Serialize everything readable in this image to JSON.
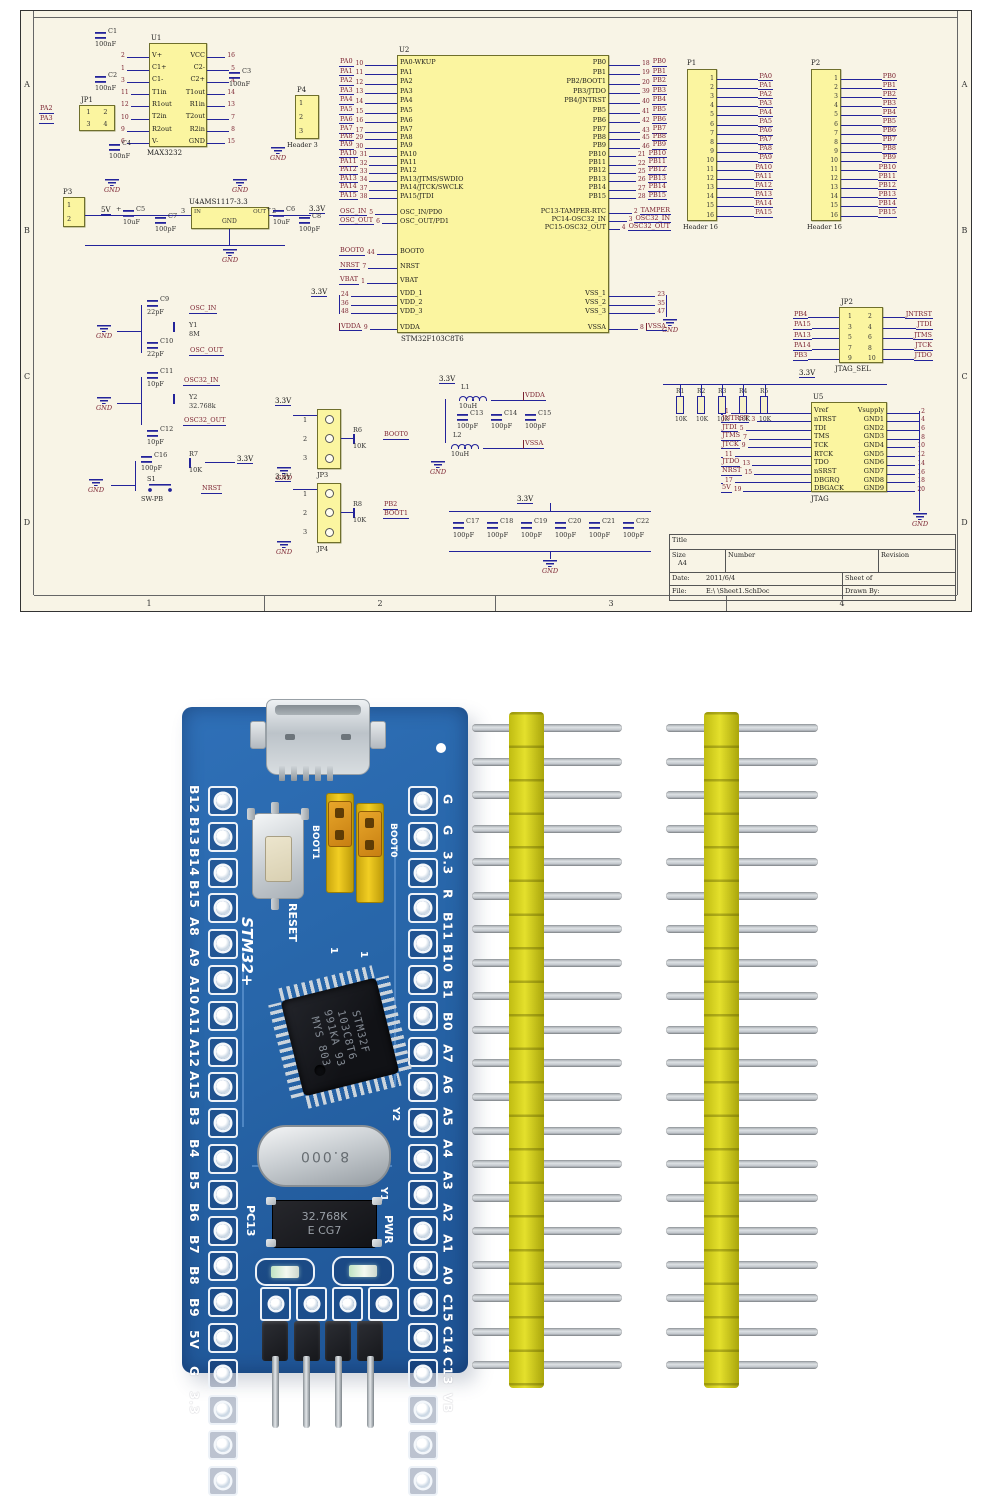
{
  "sch": {
    "frame": {
      "rows": [
        "A",
        "B",
        "C",
        "D"
      ],
      "cols": [
        "1",
        "2",
        "3",
        "4"
      ]
    },
    "rails": {
      "v5": "5V",
      "v33": "3.3V",
      "gnd": "GND"
    },
    "u1": {
      "ref": "U1",
      "part": "MAX3232",
      "left": [
        {
          "n": "2",
          "name": "V+"
        },
        {
          "n": "1",
          "name": "C1+"
        },
        {
          "n": "3",
          "name": "C1-"
        },
        {
          "n": "11",
          "name": "T1in"
        },
        {
          "n": "12",
          "name": "R1out"
        },
        {
          "n": "10",
          "name": "T2in"
        },
        {
          "n": "9",
          "name": "R2out"
        },
        {
          "n": "6",
          "name": "V-"
        }
      ],
      "right": [
        {
          "n": "16",
          "name": "VCC"
        },
        {
          "n": "5",
          "name": "C2-"
        },
        {
          "n": "4",
          "name": "C2+"
        },
        {
          "n": "14",
          "name": "T1out"
        },
        {
          "n": "13",
          "name": "R1in"
        },
        {
          "n": "7",
          "name": "T2out"
        },
        {
          "n": "8",
          "name": "R2in"
        },
        {
          "n": "15",
          "name": "GND"
        }
      ]
    },
    "jp1": {
      "ref": "JP1",
      "nets": [
        "PA2",
        "PA3"
      ],
      "pins": [
        "1",
        "2",
        "3",
        "4"
      ]
    },
    "p4": {
      "ref": "P4",
      "name": "Header 3",
      "pins": [
        "1",
        "2",
        "3"
      ]
    },
    "p3": {
      "ref": "P3",
      "pins": [
        "1",
        "2"
      ]
    },
    "u4": {
      "ref": "U4AMS1117-3.3",
      "n_in": "3",
      "n_out": "2",
      "pin_in": "IN",
      "pin_out": "OUT",
      "pin_gnd": "GND"
    },
    "caps": {
      "c1": {
        "ref": "C1",
        "val": "100nF"
      },
      "c2": {
        "ref": "C2",
        "val": "100nF"
      },
      "c3": {
        "ref": "C3",
        "val": "100nF"
      },
      "c4": {
        "ref": "C4",
        "val": "100nF"
      },
      "c5": {
        "ref": "C5",
        "val": "10uF",
        "plus": "+"
      },
      "c6": {
        "ref": "C6",
        "val": "10uF",
        "plus": "+"
      },
      "c7": {
        "ref": "C7",
        "val": "100pF"
      },
      "c8": {
        "ref": "C8",
        "val": "100pF"
      },
      "c9": {
        "ref": "C9",
        "val": "22pF"
      },
      "c10": {
        "ref": "C10",
        "val": "22pF"
      },
      "c11": {
        "ref": "C11",
        "val": "10pF"
      },
      "c12": {
        "ref": "C12",
        "val": "10pF"
      },
      "c13": {
        "ref": "C13",
        "val": "100pF"
      },
      "c14": {
        "ref": "C14",
        "val": "100pF"
      },
      "c15": {
        "ref": "C15",
        "val": "100pF"
      },
      "c16": {
        "ref": "C16",
        "val": "100pF"
      }
    },
    "cap_bank": [
      {
        "ref": "C17",
        "val": "100pF"
      },
      {
        "ref": "C18",
        "val": "100pF"
      },
      {
        "ref": "C19",
        "val": "100pF"
      },
      {
        "ref": "C20",
        "val": "100pF"
      },
      {
        "ref": "C21",
        "val": "100pF"
      },
      {
        "ref": "C22",
        "val": "100pF"
      }
    ],
    "u2": {
      "ref": "U2",
      "part": "STM32F103C8T6",
      "lg1": [
        {
          "net": "PA0",
          "n": "10",
          "name": "PA0-WKUP"
        },
        {
          "net": "PA1",
          "n": "11",
          "name": "PA1"
        },
        {
          "net": "PA2",
          "n": "12",
          "name": "PA2"
        },
        {
          "net": "PA3",
          "n": "13",
          "name": "PA3"
        },
        {
          "net": "PA4",
          "n": "14",
          "name": "PA4"
        },
        {
          "net": "PA5",
          "n": "15",
          "name": "PA5"
        },
        {
          "net": "PA6",
          "n": "16",
          "name": "PA6"
        },
        {
          "net": "PA7",
          "n": "17",
          "name": "PA7"
        }
      ],
      "lg2": [
        {
          "net": "PA8",
          "n": "29",
          "name": "PA8"
        },
        {
          "net": "PA9",
          "n": "30",
          "name": "PA9"
        },
        {
          "net": "PA10",
          "n": "31",
          "name": "PA10"
        },
        {
          "net": "PA11",
          "n": "32",
          "name": "PA11"
        },
        {
          "net": "PA12",
          "n": "33",
          "name": "PA12"
        },
        {
          "net": "PA13",
          "n": "34",
          "name": "PA13/JTMS/SWDIO"
        },
        {
          "net": "PA14",
          "n": "37",
          "name": "PA14/JTCK/SWCLK"
        },
        {
          "net": "PA15",
          "n": "38",
          "name": "PA15/JTDI"
        }
      ],
      "lg3": [
        {
          "net": "OSC_IN",
          "n": "5",
          "name": "OSC_IN/PD0"
        },
        {
          "net": "OSC_OUT",
          "n": "6",
          "name": "OSC_OUT/PD1"
        }
      ],
      "lg4": [
        {
          "net": "BOOT0",
          "n": "44",
          "name": "BOOT0"
        },
        {
          "net": "NRST",
          "n": "7",
          "name": "NRST"
        },
        {
          "net": "VBAT",
          "n": "1",
          "name": "VBAT"
        }
      ],
      "lg5": [
        {
          "net": "",
          "n": "24",
          "name": "VDD_1"
        },
        {
          "net": "",
          "n": "36",
          "name": "VDD_2"
        },
        {
          "net": "",
          "n": "48",
          "name": "VDD_3"
        }
      ],
      "lg6": [
        {
          "net": "VDDA",
          "n": "9",
          "name": "VDDA"
        }
      ],
      "rg1": [
        {
          "net": "PB0",
          "n": "18",
          "name": "PB0"
        },
        {
          "net": "PB1",
          "n": "19",
          "name": "PB1"
        },
        {
          "net": "PB2",
          "n": "20",
          "name": "PB2/BOOT1"
        },
        {
          "net": "PB3",
          "n": "39",
          "name": "PB3/JTDO"
        },
        {
          "net": "PB4",
          "n": "40",
          "name": "PB4/JNTRST"
        },
        {
          "net": "PB5",
          "n": "41",
          "name": "PB5"
        },
        {
          "net": "PB6",
          "n": "42",
          "name": "PB6"
        },
        {
          "net": "PB7",
          "n": "43",
          "name": "PB7"
        }
      ],
      "rg2": [
        {
          "net": "PB8",
          "n": "45",
          "name": "PB8"
        },
        {
          "net": "PB9",
          "n": "46",
          "name": "PB9"
        },
        {
          "net": "PB10",
          "n": "21",
          "name": "PB10"
        },
        {
          "net": "PB11",
          "n": "22",
          "name": "PB11"
        },
        {
          "net": "PB12",
          "n": "25",
          "name": "PB12"
        },
        {
          "net": "PB13",
          "n": "26",
          "name": "PB13"
        },
        {
          "net": "PB14",
          "n": "27",
          "name": "PB14"
        },
        {
          "net": "PB15",
          "n": "28",
          "name": "PB15"
        }
      ],
      "rg3": [
        {
          "net": "TAMPER",
          "n": "2",
          "name": "PC13-TAMPER-RTC"
        },
        {
          "net": "OSC32_IN",
          "n": "3",
          "name": "PC14-OSC32_IN"
        },
        {
          "net": "OSC32_OUT",
          "n": "4",
          "name": "PC15-OSC32_OUT"
        }
      ],
      "rg4": [
        {
          "net": "",
          "n": "23",
          "name": "VSS_1"
        },
        {
          "net": "",
          "n": "35",
          "name": "VSS_2"
        },
        {
          "net": "",
          "n": "47",
          "name": "VSS_3"
        }
      ],
      "rg5": [
        {
          "net": "VSSA",
          "n": "8",
          "name": "VSSA"
        }
      ]
    },
    "p1": {
      "ref": "P1",
      "name": "Header 16",
      "rows": [
        {
          "n": "1",
          "net": "PA0"
        },
        {
          "n": "2",
          "net": "PA1"
        },
        {
          "n": "3",
          "net": "PA2"
        },
        {
          "n": "4",
          "net": "PA3"
        },
        {
          "n": "5",
          "net": "PA4"
        },
        {
          "n": "6",
          "net": "PA5"
        },
        {
          "n": "7",
          "net": "PA6"
        },
        {
          "n": "8",
          "net": "PA7"
        },
        {
          "n": "9",
          "net": "PA8"
        },
        {
          "n": "10",
          "net": "PA9"
        },
        {
          "n": "11",
          "net": "PA10"
        },
        {
          "n": "12",
          "net": "PA11"
        },
        {
          "n": "13",
          "net": "PA12"
        },
        {
          "n": "14",
          "net": "PA13"
        },
        {
          "n": "15",
          "net": "PA14"
        },
        {
          "n": "16",
          "net": "PA15"
        }
      ]
    },
    "p2": {
      "ref": "P2",
      "name": "Header 16",
      "rows": [
        {
          "n": "1",
          "net": "PB0"
        },
        {
          "n": "2",
          "net": "PB1"
        },
        {
          "n": "3",
          "net": "PB2"
        },
        {
          "n": "4",
          "net": "PB3"
        },
        {
          "n": "5",
          "net": "PB4"
        },
        {
          "n": "6",
          "net": "PB5"
        },
        {
          "n": "7",
          "net": "PB6"
        },
        {
          "n": "8",
          "net": "PB7"
        },
        {
          "n": "9",
          "net": "PB8"
        },
        {
          "n": "10",
          "net": "PB9"
        },
        {
          "n": "11",
          "net": "PB10"
        },
        {
          "n": "12",
          "net": "PB11"
        },
        {
          "n": "13",
          "net": "PB12"
        },
        {
          "n": "14",
          "net": "PB13"
        },
        {
          "n": "15",
          "net": "PB14"
        },
        {
          "n": "16",
          "net": "PB15"
        }
      ]
    },
    "osc1": {
      "in": "OSC_IN",
      "out": "OSC_OUT",
      "y": "Y1",
      "yval": "8M"
    },
    "osc2": {
      "in": "OSC32_IN",
      "out": "OSC32_OUT",
      "y": "Y2",
      "yval": "32.768k"
    },
    "reset": {
      "s": "S1",
      "sval": "SW-PB",
      "r": "R7",
      "rval": "10K",
      "net": "NRST"
    },
    "jp3": {
      "ref": "JP3",
      "pins": [
        "1",
        "2",
        "3"
      ],
      "r": "R6",
      "rval": "10K",
      "net": "BOOT0"
    },
    "jp4": {
      "ref": "JP4",
      "pins": [
        "1",
        "2",
        "3"
      ],
      "r": "R8",
      "rval": "10K",
      "net": "PB2",
      "net2": "BOOT1"
    },
    "vdda": {
      "l1": "L1",
      "l1val": "10uH",
      "l2": "L2",
      "l2val": "10uH",
      "vdda": "VDDA",
      "vssa": "VSSA"
    },
    "jp2": {
      "ref": "JP2",
      "name": "JTAG_SEL",
      "rows": [
        {
          "l": "PB4",
          "a": "1",
          "b": "2",
          "r": "JNTRST"
        },
        {
          "l": "PA15",
          "a": "3",
          "b": "4",
          "r": "JTDI"
        },
        {
          "l": "PA13",
          "a": "5",
          "b": "6",
          "r": "JTMS"
        },
        {
          "l": "PA14",
          "a": "7",
          "b": "8",
          "r": "JTCK"
        },
        {
          "l": "PB3",
          "a": "9",
          "b": "10",
          "r": "JTDO"
        }
      ]
    },
    "rbank": [
      {
        "ref": "R1",
        "val": "10K"
      },
      {
        "ref": "R2",
        "val": "10K"
      },
      {
        "ref": "R3",
        "val": "10K"
      },
      {
        "ref": "R4",
        "val": "10K"
      },
      {
        "ref": "R5",
        "val": "10K"
      }
    ],
    "u5": {
      "ref": "U5",
      "name": "JTAG",
      "left": [
        {
          "net": "",
          "n": "1",
          "name": "Vref"
        },
        {
          "net": "JNTRST",
          "n": "3",
          "name": "nTRST"
        },
        {
          "net": "JTDI",
          "n": "5",
          "name": "TDI"
        },
        {
          "net": "JTMS",
          "n": "7",
          "name": "TMS"
        },
        {
          "net": "JTCK",
          "n": "9",
          "name": "TCK"
        },
        {
          "net": "",
          "n": "11",
          "name": "RTCK"
        },
        {
          "net": "JTDO",
          "n": "13",
          "name": "TDO"
        },
        {
          "net": "NRST",
          "n": "15",
          "name": "nSRST"
        },
        {
          "net": "",
          "n": "17",
          "name": "DBGRQ"
        },
        {
          "net": "5V",
          "n": "19",
          "name": "DBGACK"
        }
      ],
      "right": [
        {
          "n": "2",
          "name": "Vsupply"
        },
        {
          "n": "4",
          "name": "GND1"
        },
        {
          "n": "6",
          "name": "GND2"
        },
        {
          "n": "8",
          "name": "GND3"
        },
        {
          "n": "10",
          "name": "GND4"
        },
        {
          "n": "12",
          "name": "GND5"
        },
        {
          "n": "14",
          "name": "GND6"
        },
        {
          "n": "16",
          "name": "GND7"
        },
        {
          "n": "18",
          "name": "GND8"
        },
        {
          "n": "20",
          "name": "GND9"
        }
      ]
    },
    "title_block": {
      "title": "Title",
      "size_label": "Size",
      "size": "A4",
      "number_label": "Number",
      "revision_label": "Revision",
      "date_label": "Date:",
      "date": "2011/6/4",
      "sheet_label": "Sheet   of",
      "file_label": "File:",
      "file": "E:\\   \\Sheet1.SchDoc",
      "drawn_label": "Drawn By:"
    }
  },
  "board": {
    "left_labels": [
      "B12",
      "B13",
      "B14",
      "B15",
      "A8",
      "A9",
      "A10",
      "A11",
      "A12",
      "A15",
      "B3",
      "B4",
      "B5",
      "B6",
      "B7",
      "B8",
      "B9",
      "5V",
      "G",
      "3.3"
    ],
    "right_labels": [
      "G",
      "G",
      "3.3",
      "R",
      "B11",
      "B10",
      "B1",
      "B0",
      "A7",
      "A6",
      "A5",
      "A4",
      "A3",
      "A2",
      "A1",
      "A0",
      "C15",
      "C14",
      "C13",
      "VB"
    ],
    "silk": {
      "brand": "STM32+",
      "reset": "RESET",
      "boot0": "BOOT0",
      "boot1": "BOOT1",
      "one_a": "1",
      "one_b": "1",
      "pc13": "PC13",
      "pwr": "PWR",
      "y1": "Y1",
      "y2": "Y2"
    },
    "chip_lines": [
      "STM32F",
      "103C8T6",
      "991KA 93",
      "MYS 803"
    ],
    "xtal8_marking": "8.000",
    "xtal32_lines": [
      "32.768K",
      "E  CG7"
    ],
    "edge_pin_count": 20,
    "program_pin_count": 4
  }
}
